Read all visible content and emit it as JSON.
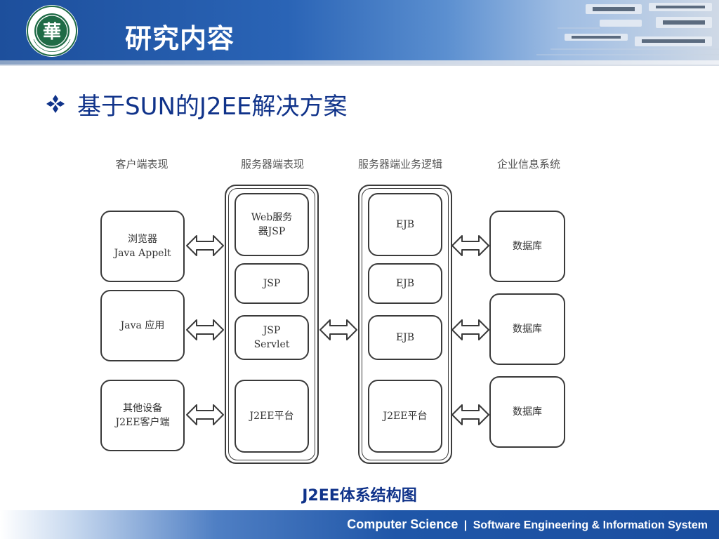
{
  "header": {
    "title": "研究内容",
    "logo": {
      "ring_text": "HUAZHONG UNIVERSITY",
      "glyph": "華"
    }
  },
  "bullet": {
    "icon": "diamond-bullet-icon",
    "text": "基于SUN的J2EE解决方案"
  },
  "diagram": {
    "columns": [
      "客户端表现",
      "服务器端表现",
      "服务器端业务逻辑",
      "企业信息系统"
    ],
    "client": [
      "浏览器\nJava Appelt",
      "Java 应用",
      "其他设备\nJ2EE客户端"
    ],
    "web_tier": [
      "Web服务\n器JSP",
      "JSP",
      "JSP\nServlet",
      "J2EE平台"
    ],
    "business_tier": [
      "EJB",
      "EJB",
      "EJB",
      "J2EE平台"
    ],
    "eis": [
      "数据库",
      "数据库",
      "数据库"
    ]
  },
  "caption": "J2EE体系结构图",
  "footer": {
    "main": "Computer Science",
    "separator": "|",
    "sub": "Software Engineering & Information System"
  },
  "colors": {
    "header_blue": "#1d4f9c",
    "title_text": "#ffffff",
    "bullet_text": "#10338a",
    "footer_blue": "#1a4e9f"
  }
}
